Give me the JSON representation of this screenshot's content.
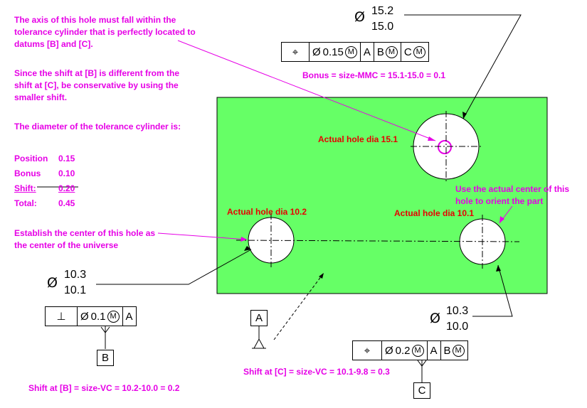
{
  "notes": {
    "axis_note": "The axis of this hole must fall within the tolerance cylinder that is perfectly located to datums [B] and [C].",
    "shift_note": "Since the shift at [B] is different from the shift at [C], be conservative by using the smaller shift.",
    "diameter_note": "The diameter of the tolerance cylinder is:",
    "establish_note": "Establish the center of this hole as the center of the universe",
    "orient_note": "Use the actual center of this hole to orient the part",
    "bonus": "Bonus = size-MMC = 15.1-15.0 = 0.1",
    "shift_b": "Shift at [B] = size-VC = 10.2-10.0 = 0.2",
    "shift_c": "Shift at [C] = size-VC = 10.1-9.8 = 0.3"
  },
  "tolerance_table": [
    {
      "label": "Position",
      "value": "0.15"
    },
    {
      "label": "Bonus",
      "value": "0.10"
    },
    {
      "label": "Shift:",
      "value": "0.20"
    },
    {
      "label": "Total:",
      "value": "0.45"
    }
  ],
  "holes": {
    "large": {
      "label": "Actual hole dia 15.1",
      "upper": "15.2",
      "lower": "15.0"
    },
    "left": {
      "label": "Actual hole dia 10.2",
      "upper": "10.3",
      "lower": "10.1"
    },
    "right": {
      "label": "Actual hole dia 10.1",
      "upper": "10.3",
      "lower": "10.0"
    }
  },
  "symbols": {
    "diameter": "Ø",
    "position": "⌖",
    "perpendicular": "⊥",
    "mmc": "M"
  },
  "fcf_top": {
    "tolerance": "0.15",
    "datums": [
      "A",
      "B",
      "C"
    ]
  },
  "fcf_left": {
    "tolerance": "0.1",
    "datum": "A"
  },
  "fcf_right": {
    "tolerance": "0.2",
    "datums": [
      "A",
      "B"
    ]
  },
  "datum_labels": {
    "a": "A",
    "b": "B",
    "c": "C"
  },
  "colors": {
    "part": "#66ff66",
    "note": "#e600e6",
    "actual": "#e60000"
  }
}
